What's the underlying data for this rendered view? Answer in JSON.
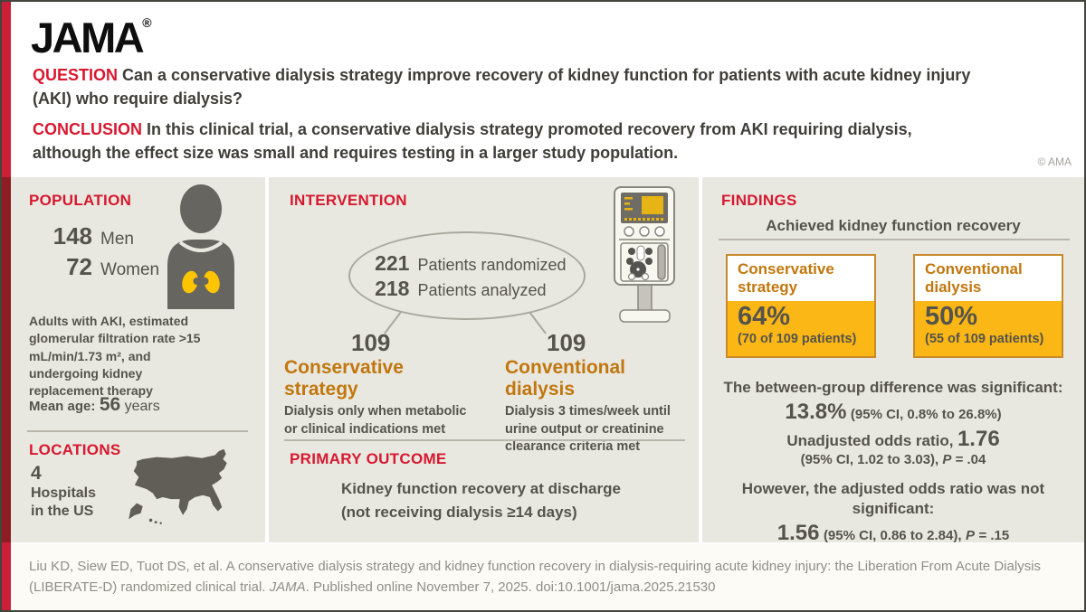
{
  "brand": {
    "logo": "JAMA",
    "registered": "®"
  },
  "meta": {
    "copyright": "© AMA"
  },
  "header": {
    "question_label": "QUESTION",
    "question_text": "Can a conservative dialysis strategy improve recovery of kidney function for patients with acute kidney injury (AKI) who require dialysis?",
    "conclusion_label": "CONCLUSION",
    "conclusion_text": "In this clinical trial, a conservative dialysis strategy promoted recovery from AKI requiring dialysis, although the effect size was small and requires testing in a larger study population."
  },
  "population": {
    "title": "POPULATION",
    "men_count": "148",
    "men_label": "Men",
    "women_count": "72",
    "women_label": "Women",
    "description": "Adults with AKI, estimated glomerular filtration rate >15 mL/min/1.73 m², and undergoing kidney replacement therapy",
    "mean_age_label": "Mean age:",
    "mean_age_value": "56",
    "mean_age_unit": "years"
  },
  "locations": {
    "title": "LOCATIONS",
    "count": "4",
    "line1": "Hospitals",
    "line2": "in the US"
  },
  "intervention": {
    "title": "INTERVENTION",
    "randomized_count": "221",
    "randomized_label": "Patients randomized",
    "analyzed_count": "218",
    "analyzed_label": "Patients analyzed",
    "arms": [
      {
        "n": "109",
        "name": "Conservative strategy",
        "description": "Dialysis only when metabolic or clinical indications met"
      },
      {
        "n": "109",
        "name": "Conventional dialysis",
        "description": "Dialysis 3 times/week until urine output or creatinine clearance criteria met"
      }
    ]
  },
  "primary_outcome": {
    "title": "PRIMARY OUTCOME",
    "line1": "Kidney function recovery at discharge",
    "line2": "(not receiving dialysis ≥14 days)"
  },
  "findings": {
    "title": "FINDINGS",
    "subtitle": "Achieved kidney function recovery",
    "boxes": [
      {
        "label": "Conservative strategy",
        "percent": "64%",
        "detail": "(70 of 109 patients)"
      },
      {
        "label": "Conventional dialysis",
        "percent": "50%",
        "detail": "(55 of 109 patients)"
      }
    ],
    "stats": {
      "line1": "The between-group difference was significant:",
      "diff_value": "13.8%",
      "diff_ci": "(95% CI, 0.8% to 26.8%)",
      "or_label": "Unadjusted odds ratio,",
      "or_value": "1.76",
      "or_ci": "(95% CI, 1.02 to 3.03),",
      "or_p_label": "P",
      "or_p_value": "= .04",
      "line2": "However, the adjusted odds ratio was not significant:",
      "aor_value": "1.56",
      "aor_ci": "(95% CI, 0.86 to 2.84),",
      "aor_p_label": "P",
      "aor_p_value": "= .15"
    }
  },
  "footer": {
    "citation_before_journal": "Liu KD, Siew ED, Tuot DS, et al. A conservative dialysis strategy and kidney function recovery in dialysis-requiring acute kidney injury: the Liberation From Acute Dialysis (LIBERATE-D) randomized clinical trial.",
    "journal": "JAMA",
    "citation_after_journal": ". Published online November 7, 2025. doi:10.1001/jama.2025.21530"
  },
  "colors": {
    "accent_red": "#d7182f",
    "stripe_red": "#cb1f38",
    "stripe_maroon": "#8e1d23",
    "panel_beige": "#e9e8e0",
    "highlight_yellow": "#fbb716",
    "heading_orange": "#c1770e",
    "text_gray": "#55534b"
  }
}
